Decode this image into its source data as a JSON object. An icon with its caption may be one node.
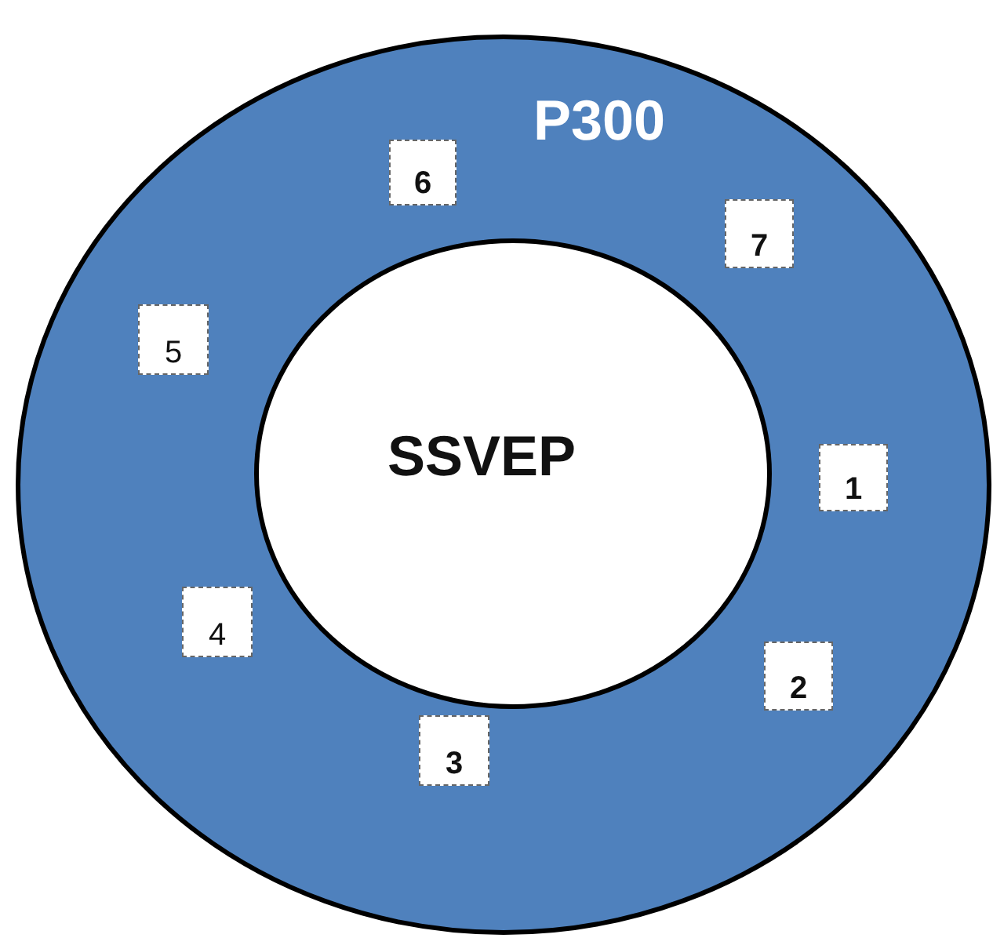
{
  "diagram": {
    "nodes": [
      {
        "text": [
          "P300"
        ]
      },
      {
        "text": [
          "6"
        ],
        "in": 0
      },
      {
        "text": [
          "7"
        ],
        "in": 0
      },
      {
        "text": [
          "5"
        ],
        "in": 0
      },
      {
        "text": [
          "SSVEP"
        ],
        "in": 0
      },
      {
        "text": [
          "1"
        ],
        "in": 0
      },
      {
        "text": [
          "4"
        ],
        "in": 0
      },
      {
        "text": [
          "2"
        ],
        "in": 0
      },
      {
        "text": [
          "3"
        ],
        "in": 0
      }
    ]
  }
}
